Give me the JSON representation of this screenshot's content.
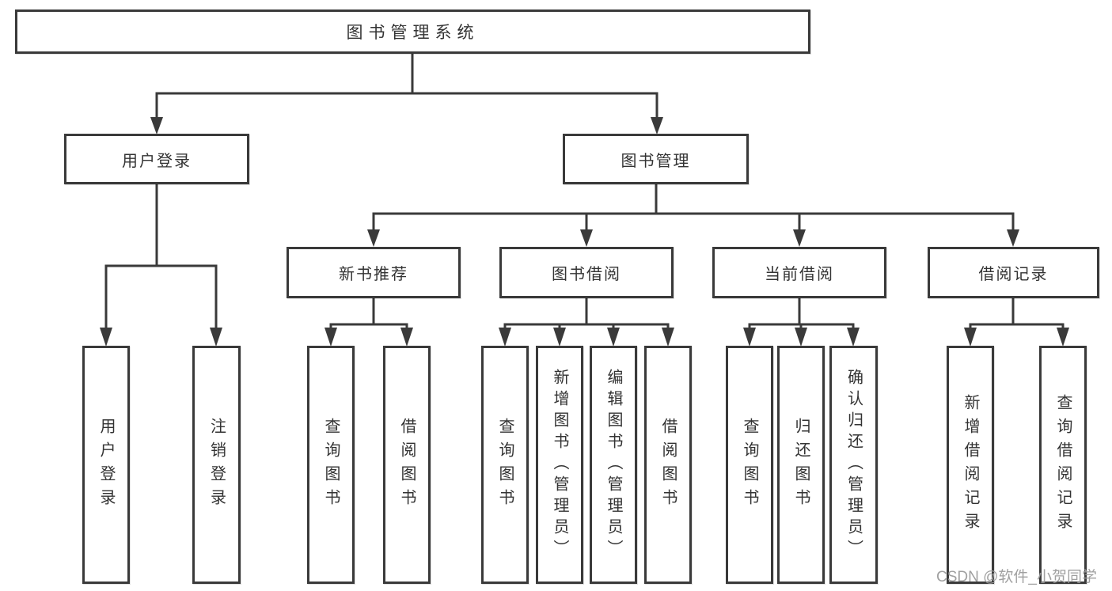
{
  "diagram": {
    "title": "图书管理系统",
    "root": {
      "label": "图书管理系统"
    },
    "level2": [
      {
        "label": "用户登录"
      },
      {
        "label": "图书管理"
      }
    ],
    "level3": [
      {
        "label": "新书推荐"
      },
      {
        "label": "图书借阅"
      },
      {
        "label": "当前借阅"
      },
      {
        "label": "借阅记录"
      }
    ],
    "leaves": {
      "user_login": [
        "用户登录",
        "注销登录"
      ],
      "new_book_recommend": [
        "查询图书",
        "借阅图书"
      ],
      "book_borrow": [
        "查询图书",
        "新增图书（管理员）",
        "编辑图书（管理员）",
        "借阅图书"
      ],
      "current_borrow": [
        "查询图书",
        "归还图书",
        "确认归还（管理员）"
      ],
      "borrow_record": [
        "新增借阅记录",
        "查询借阅记录"
      ]
    }
  },
  "watermark": {
    "text": "CSDN @软件_小贺同学"
  },
  "colors": {
    "line": "#3a3a3a",
    "text": "#333333",
    "background": "#ffffff",
    "watermark": "#9b9b9b"
  }
}
